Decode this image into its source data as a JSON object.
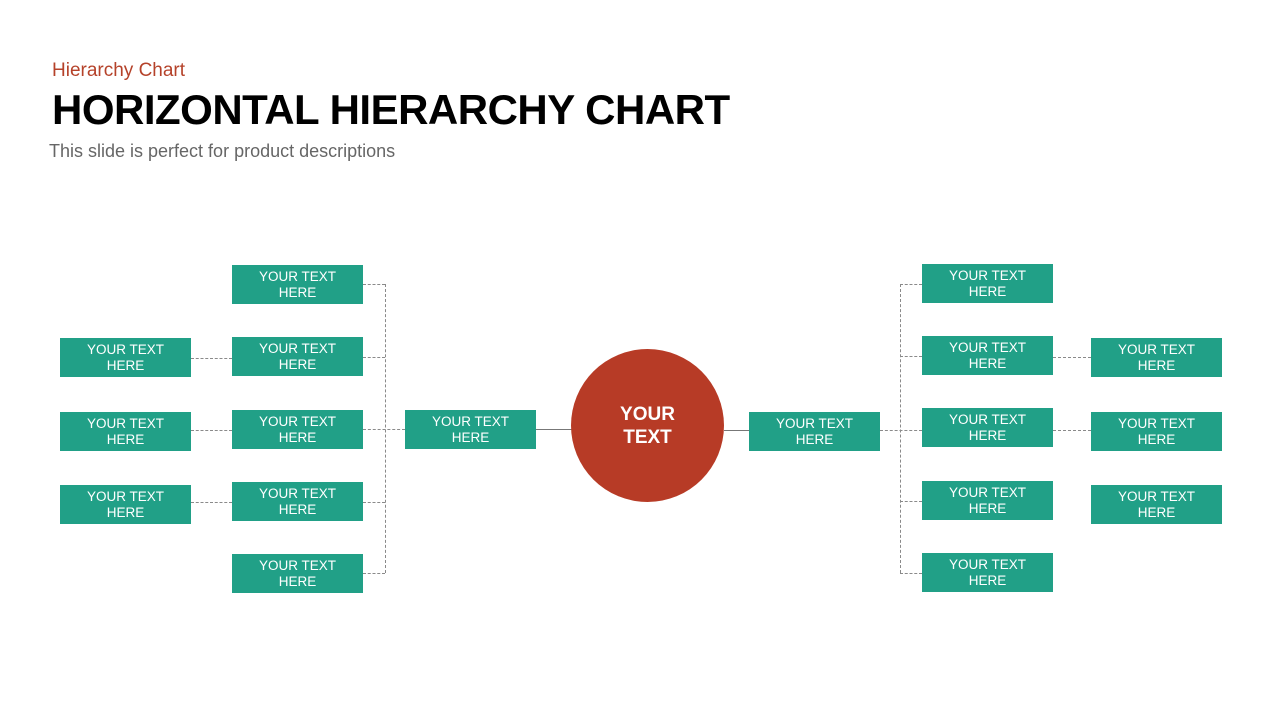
{
  "header": {
    "category": "Hierarchy Chart",
    "title": "HORIZONTAL HIERARCHY CHART",
    "description": "This slide is perfect for product descriptions"
  },
  "center": {
    "label": "YOUR\nTEXT",
    "color": "#b73b26"
  },
  "colors": {
    "box": "#21a087",
    "connector": "#8a8a8a",
    "title_accent": "#b5422a"
  },
  "left": {
    "level1": {
      "label": "YOUR TEXT\nHERE"
    },
    "level2": [
      {
        "label": "YOUR TEXT\nHERE"
      },
      {
        "label": "YOUR TEXT\nHERE"
      },
      {
        "label": "YOUR TEXT\nHERE"
      },
      {
        "label": "YOUR TEXT\nHERE"
      },
      {
        "label": "YOUR TEXT\nHERE"
      }
    ],
    "level3": [
      {
        "label": "YOUR TEXT\nHERE"
      },
      {
        "label": "YOUR TEXT\nHERE"
      },
      {
        "label": "YOUR TEXT\nHERE"
      }
    ]
  },
  "right": {
    "level1": {
      "label": "YOUR TEXT\nHERE"
    },
    "level2": [
      {
        "label": "YOUR TEXT\nHERE"
      },
      {
        "label": "YOUR TEXT\nHERE"
      },
      {
        "label": "YOUR TEXT\nHERE"
      },
      {
        "label": "YOUR TEXT\nHERE"
      },
      {
        "label": "YOUR TEXT\nHERE"
      }
    ],
    "level3": [
      {
        "label": "YOUR TEXT\nHERE"
      },
      {
        "label": "YOUR TEXT\nHERE"
      },
      {
        "label": "YOUR TEXT\nHERE"
      }
    ]
  }
}
